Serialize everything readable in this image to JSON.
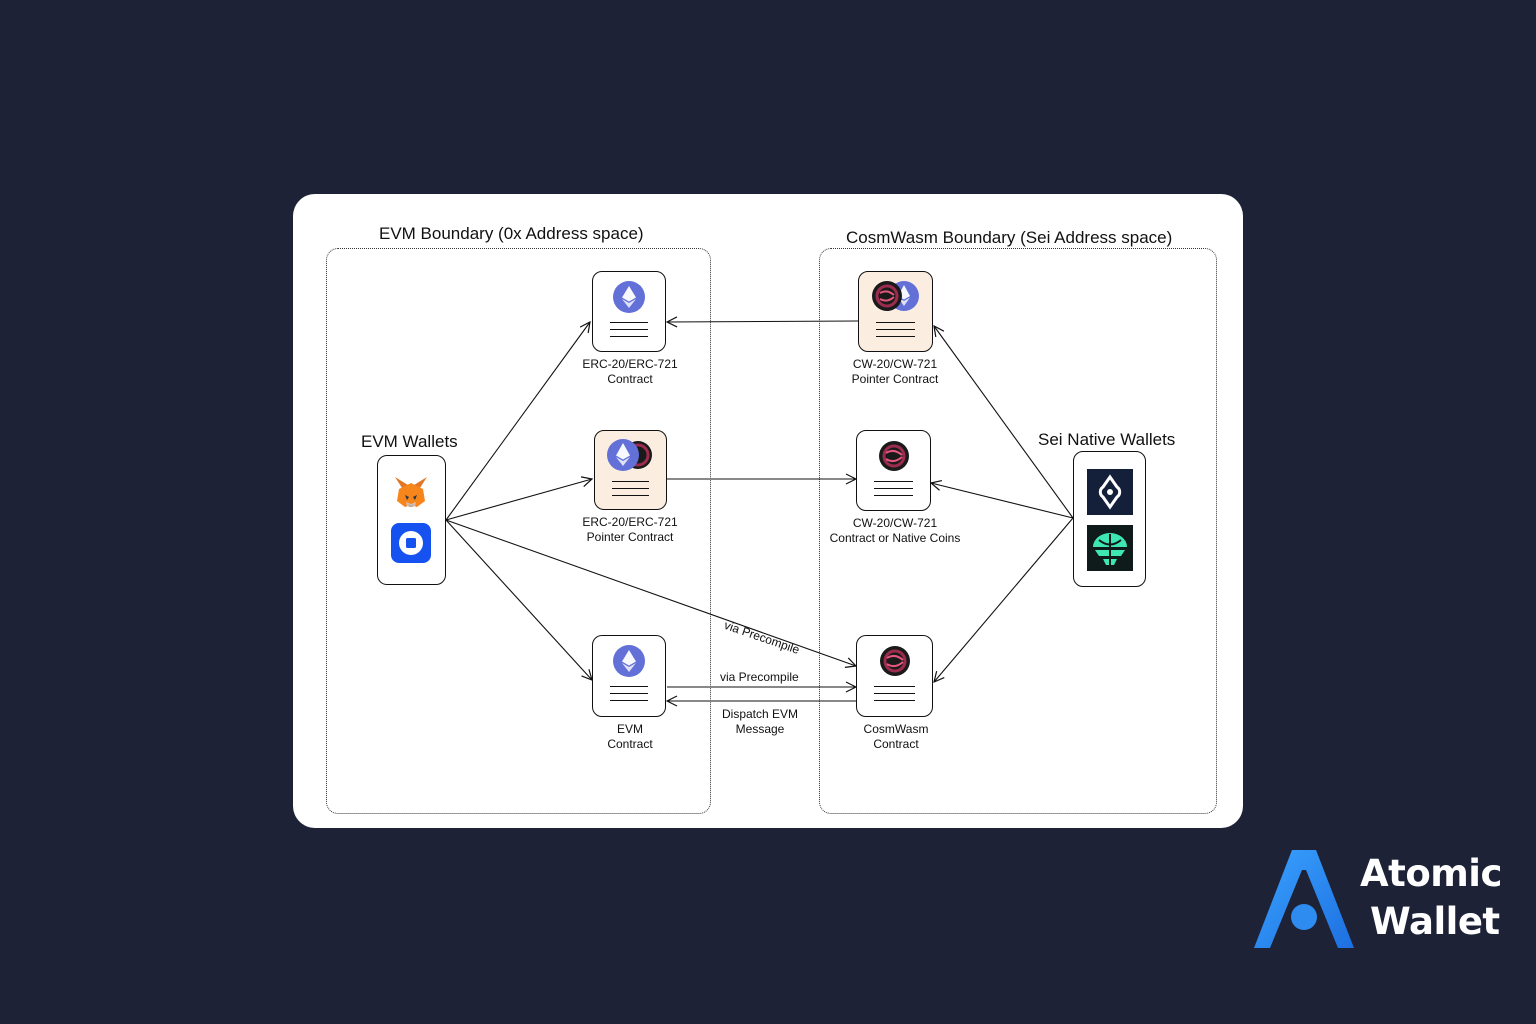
{
  "evm_boundary": {
    "title": "EVM Boundary (0x Address space)"
  },
  "cosmwasm_boundary": {
    "title": "CosmWasm Boundary (Sei Address space)"
  },
  "evm_wallets": {
    "title": "EVM Wallets",
    "icons": [
      "metamask-icon",
      "coinbase-wallet-icon"
    ]
  },
  "sei_wallets": {
    "title": "Sei Native Wallets",
    "icons": [
      "compass-wallet-icon",
      "leap-wallet-icon"
    ]
  },
  "nodes": {
    "erc_contract": {
      "line1": "ERC-20/ERC-721",
      "line2": "Contract",
      "icon": "ethereum-icon"
    },
    "erc_pointer": {
      "line1": "ERC-20/ERC-721",
      "line2": "Pointer Contract",
      "icon": "ethereum-sei-icon"
    },
    "evm_contract": {
      "line1": "EVM",
      "line2": "Contract",
      "icon": "ethereum-icon"
    },
    "cw_pointer": {
      "line1": "CW-20/CW-721",
      "line2": "Pointer Contract",
      "icon": "sei-ethereum-icon"
    },
    "cw_contract": {
      "line1": "CW-20/CW-721",
      "line2": "Contract or Native Coins",
      "icon": "sei-icon"
    },
    "cosmwasm_contract": {
      "line1": "CosmWasm",
      "line2": "Contract",
      "icon": "sei-icon"
    }
  },
  "edge_labels": {
    "diagonal_precompile": "via Precompile",
    "horizontal_precompile": "via Precompile",
    "dispatch_line1": "Dispatch EVM",
    "dispatch_line2": "Message"
  },
  "brand": {
    "line1": "Atomic",
    "line2": "Wallet"
  },
  "colors": {
    "background": "#1d2236",
    "card": "#ffffff",
    "pointer_fill": "#fbeee0",
    "ethereum": "#6270d8",
    "sei": "#9b2c4e",
    "brand_blue": "#2e8cf0"
  }
}
